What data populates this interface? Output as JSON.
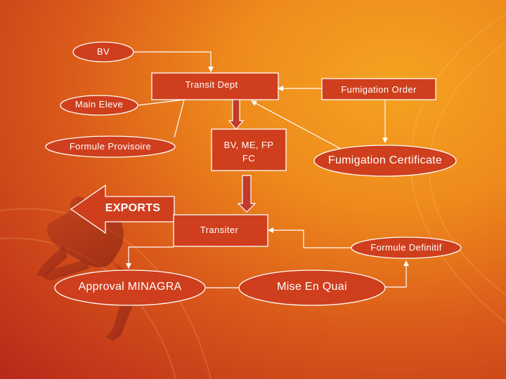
{
  "diagram": {
    "nodes": {
      "bv": "BV",
      "transit_dept": "Transit Dept",
      "fumigation_order": "Fumigation Order",
      "main_eleve": "Main Eleve",
      "formule_provisoire": "Formule Provisoire",
      "docs_line1": "BV, ME, FP",
      "docs_line2": "FC",
      "fumigation_certificate": "Fumigation Certificate",
      "exports": "EXPORTS",
      "transiter": "Transiter",
      "formule_definitif": "Formule Definitif",
      "approval_minagra": "Approval MINAGRA",
      "mise_en_quai": "Mise En Quai"
    },
    "colors": {
      "background_center": "#f6a321",
      "background_edge": "#b8281a",
      "node_fill": "#cf3f1d",
      "node_stroke": "#ffffff",
      "arrow_fill": "#c23a2a",
      "exports_fill": "#cf3f1d"
    }
  }
}
